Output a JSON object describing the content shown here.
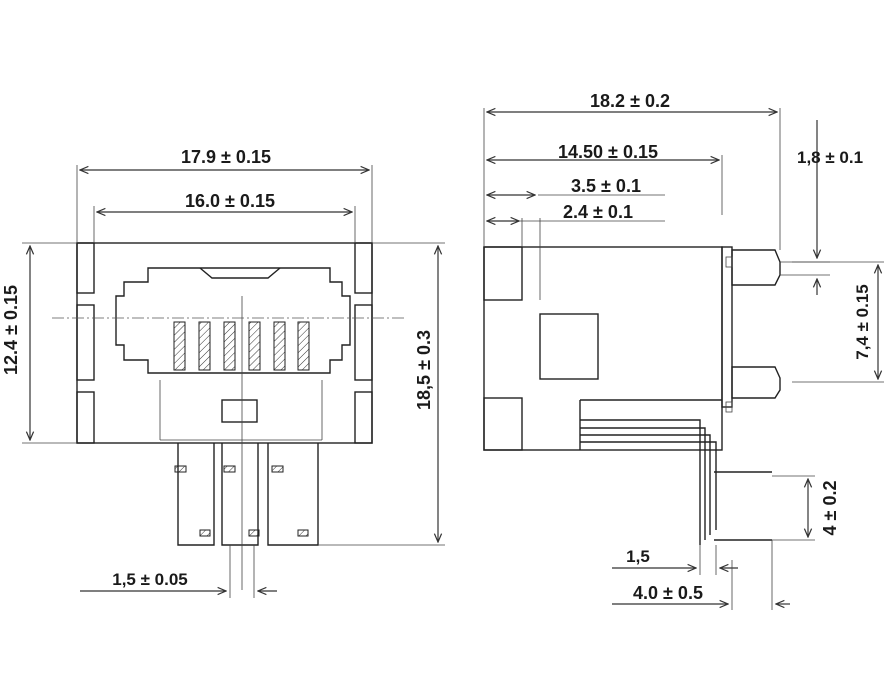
{
  "front_view": {
    "width_outer": "17.9 ± 0.15",
    "width_inner": "16.0 ± 0.15",
    "height_body": "12.4 ± 0.15",
    "height_total": "18,5 ± 0.3",
    "pin_pitch": "1,5 ± 0.05"
  },
  "side_view": {
    "length_total": "18.2 ± 0.2",
    "length_body": "14.50 ± 0.15",
    "offset_a": "3.5 ± 0.1",
    "offset_b": "2.4 ± 0.1",
    "peg_dia": "1,8 ± 0.1",
    "peg_spacing": "7,4 ± 0.15",
    "pin_spacing": "4 ± 0.2",
    "pin_offset": "1,5",
    "pin_length": "4.0 ± 0.5"
  }
}
